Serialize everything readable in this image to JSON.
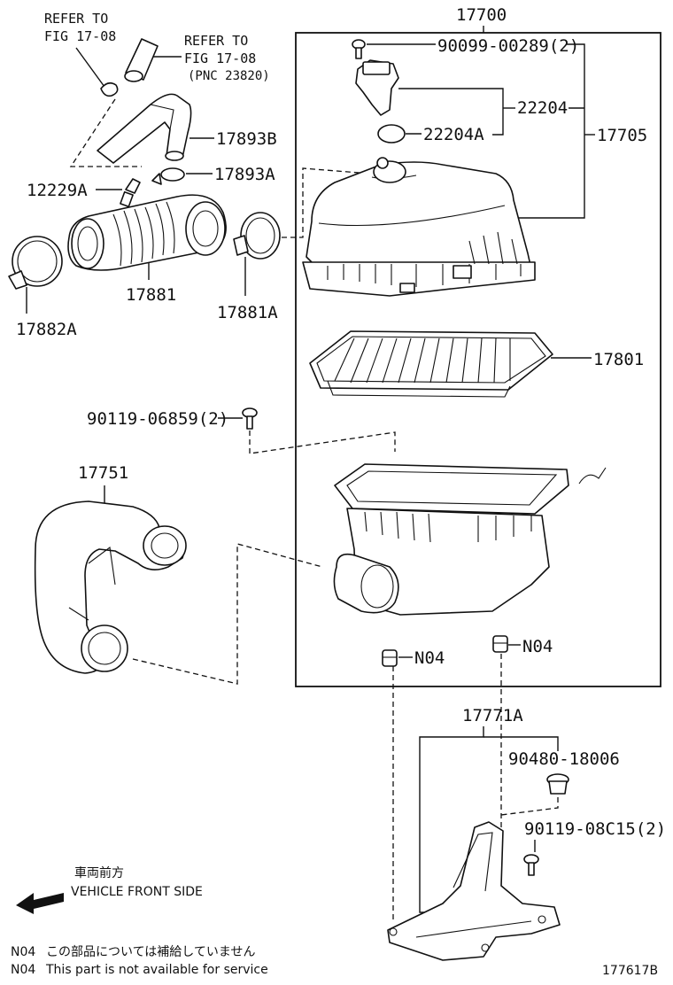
{
  "refs": {
    "ref1_line1": "REFER TO",
    "ref1_line2": "FIG 17-08",
    "ref2_line1": "REFER TO",
    "ref2_line2": "FIG 17-08",
    "ref2_line3": "(PNC 23820)"
  },
  "labels": {
    "p17700": "17700",
    "p90099": "90099-00289(2)",
    "p22204": "22204",
    "p22204A": "22204A",
    "p17705": "17705",
    "p17893B": "17893B",
    "p17893A": "17893A",
    "p12229A": "12229A",
    "p17881": "17881",
    "p17881A": "17881A",
    "p17882A": "17882A",
    "p17801": "17801",
    "p90119_06859": "90119-06859(2)",
    "p17751": "17751",
    "pN04_left": "N04",
    "pN04_right": "N04",
    "p17771A": "17771A",
    "p90480": "90480-18006",
    "p90119_08C15": "90119-08C15(2)"
  },
  "direction": {
    "japanese": "車両前方",
    "english": "VEHICLE FRONT SIDE"
  },
  "notes": {
    "jp_code": "N04",
    "jp_text": "この部品については補給していません",
    "en_code": "N04",
    "en_text": "This part is not available for service"
  },
  "figure_id": "177617B"
}
